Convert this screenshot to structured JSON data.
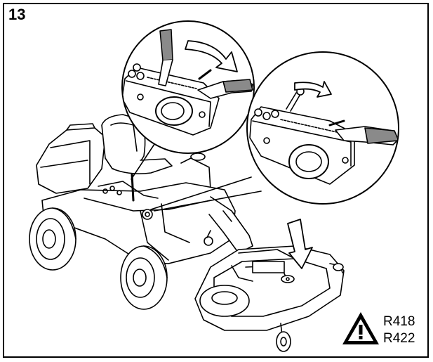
{
  "figure": {
    "number": "13"
  },
  "warning": {
    "icon": "warning-triangle-icon",
    "models": [
      "R418",
      "R422"
    ]
  },
  "colors": {
    "line": "#000000",
    "background": "#ffffff",
    "shade": "#8a8a8a"
  }
}
